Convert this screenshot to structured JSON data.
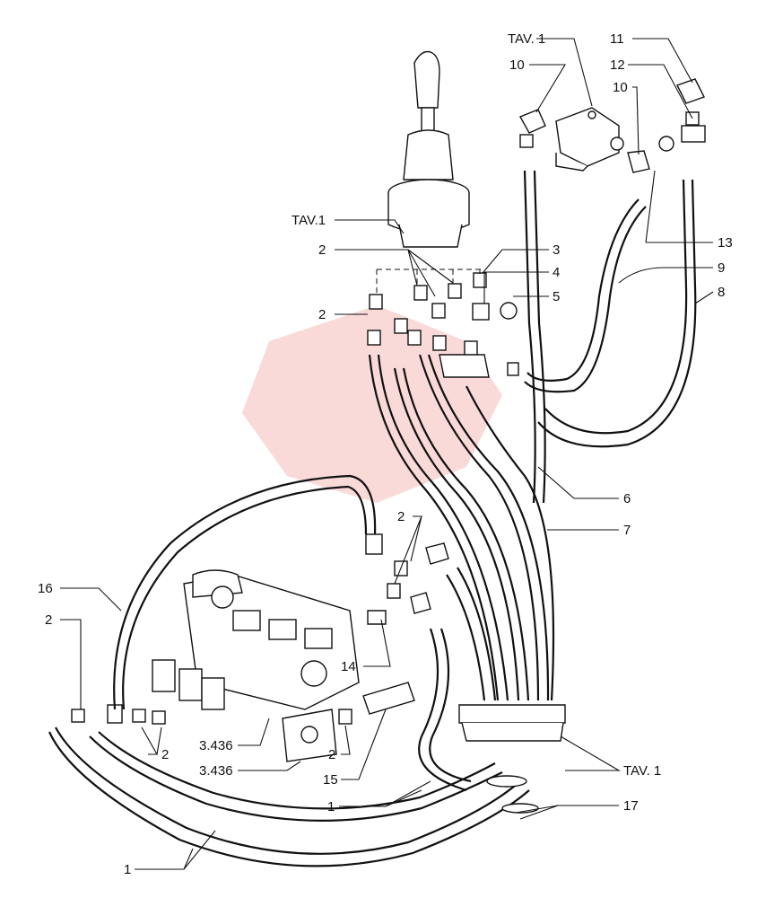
{
  "labels": [
    {
      "text": "TAV. 1"
    },
    {
      "text": "11"
    },
    {
      "text": "10"
    },
    {
      "text": "12"
    },
    {
      "text": "10"
    },
    {
      "text": "TAV.1"
    },
    {
      "text": "2"
    },
    {
      "text": "3"
    },
    {
      "text": "4"
    },
    {
      "text": "5"
    },
    {
      "text": "13"
    },
    {
      "text": "9"
    },
    {
      "text": "8"
    },
    {
      "text": "2"
    },
    {
      "text": "6"
    },
    {
      "text": "7"
    },
    {
      "text": "2"
    },
    {
      "text": "16"
    },
    {
      "text": "2"
    },
    {
      "text": "14"
    },
    {
      "text": "2"
    },
    {
      "text": "3.436"
    },
    {
      "text": "3.436"
    },
    {
      "text": "2"
    },
    {
      "text": "15"
    },
    {
      "text": "TAV. 1"
    },
    {
      "text": "1"
    },
    {
      "text": "17"
    },
    {
      "text": "1"
    }
  ]
}
